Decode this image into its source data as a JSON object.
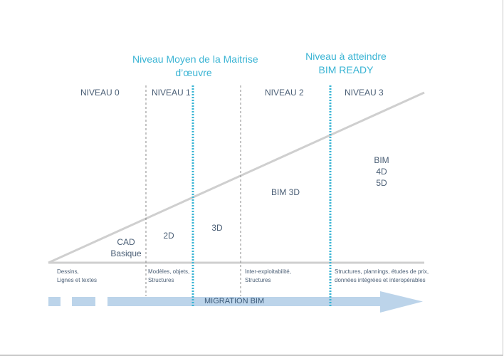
{
  "headers": {
    "moyen_line1": "Niveau Moyen de la Maitrise",
    "moyen_line2": "d’œuvre",
    "target_line1": "Niveau à atteindre",
    "target_line2": "BIM READY"
  },
  "levels": [
    {
      "label": "NIVEAU 0"
    },
    {
      "label": "NIVEAU 1"
    },
    {
      "label": "NIVEAU 2"
    },
    {
      "label": "NIVEAU 3"
    }
  ],
  "capabilities": {
    "cad_line1": "CAD",
    "cad_line2": "Basique",
    "d2": "2D",
    "d3": "3D",
    "bim3d": "BIM 3D",
    "bim_line1": "BIM",
    "bim_line2": "4D",
    "bim_line3": "5D"
  },
  "descriptions": [
    {
      "line1": "Dessins,",
      "line2": "Lignes et textes"
    },
    {
      "line1": "Modèles, objets,",
      "line2": "Structures"
    },
    {
      "line1": "Inter-exploitabilité,",
      "line2": "Structures"
    },
    {
      "line1": "Structures, plannings, études de prix,",
      "line2": "données intégrées et interopérables"
    }
  ],
  "arrow": {
    "label": "MIGRATION BIM"
  },
  "colors": {
    "accent": "#3ab4d4",
    "arrow": "#bcd4ea",
    "line": "#cfcfcf",
    "text": "#4a5e75"
  }
}
